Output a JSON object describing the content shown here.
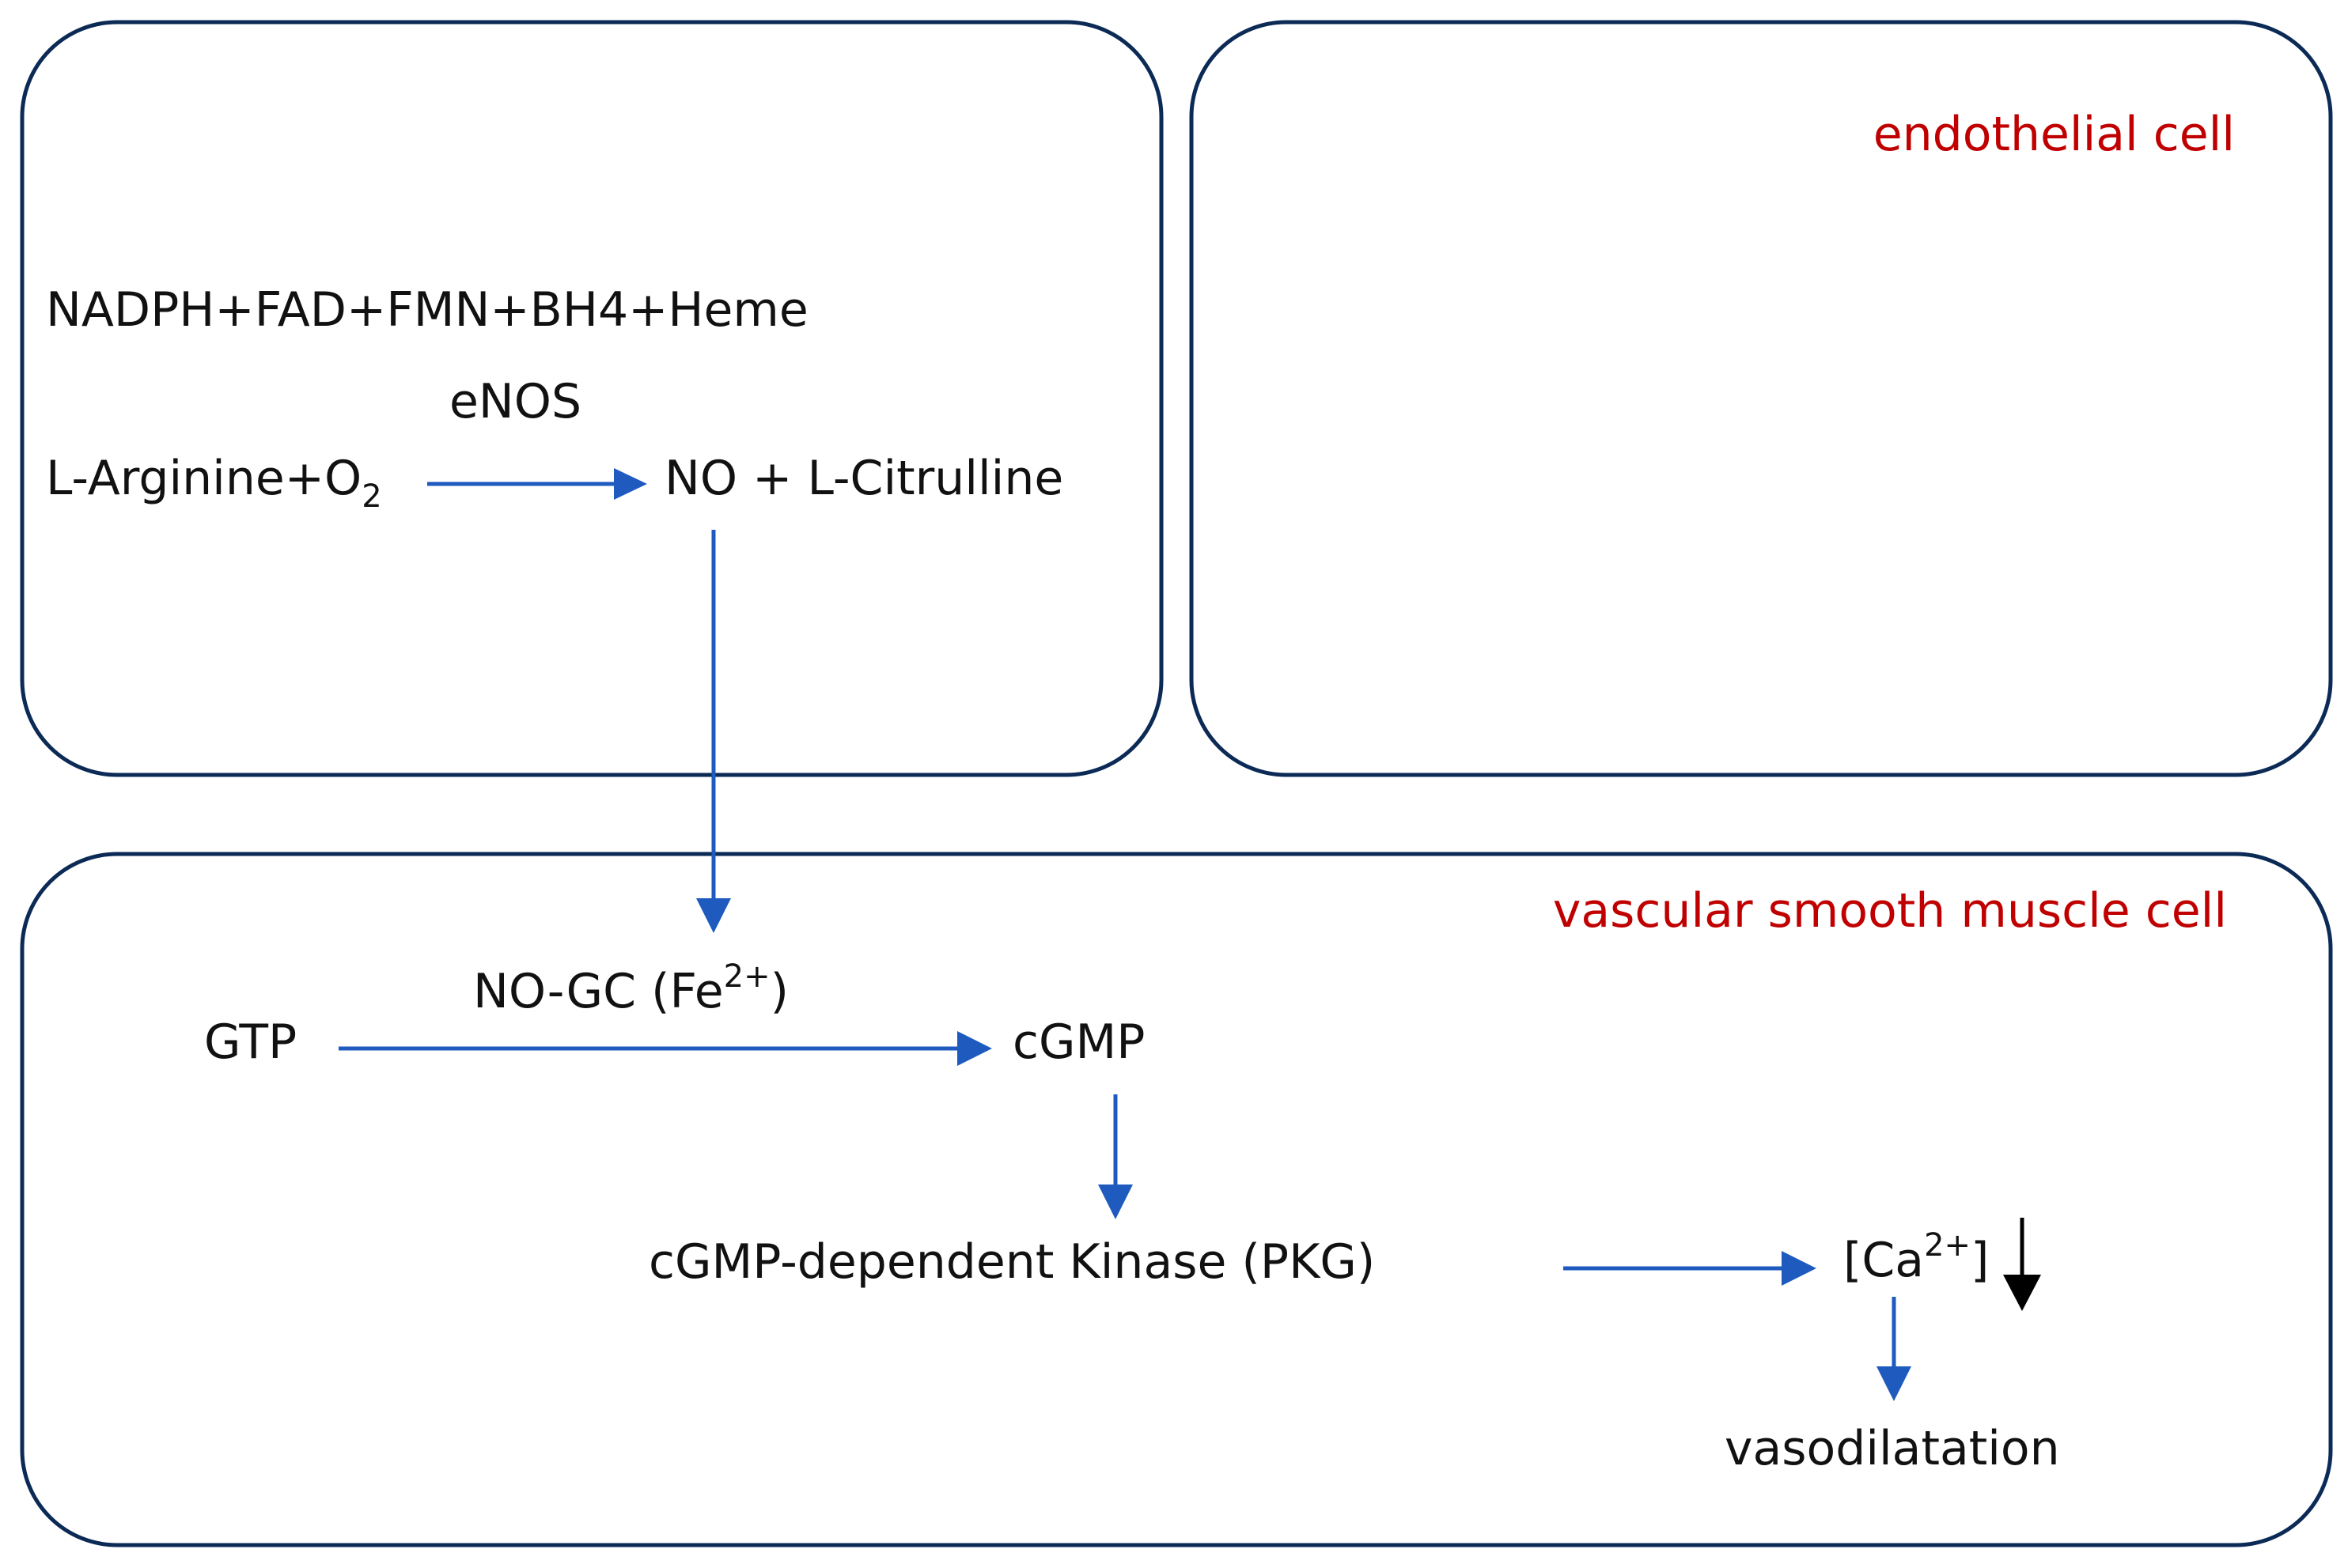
{
  "labels": {
    "endothelial_cell": "endothelial cell",
    "vascular_smooth_muscle_cell": "vascular smooth muscle cell",
    "cofactors": "NADPH+FAD+FMN+BH4+Heme",
    "enos": "eNOS",
    "l_arginine": "L-Arginine+O",
    "l_arginine_sub": "2",
    "no_citrulline": "NO + L-Citrulline",
    "no_gc": "NO-GC (Fe",
    "no_gc_sup": "2+",
    "no_gc_close": ")",
    "gtp": "GTP",
    "cgmp": "cGMP",
    "pkg": "cGMP-dependent  Kinase (PKG)",
    "ca_open": "[Ca",
    "ca_sup": "2+",
    "ca_close": "]",
    "vasodilatation": "vasodilatation"
  },
  "colors": {
    "box_border": "#0b2a55",
    "arrow": "#1f5bbf",
    "cell_label": "#c00000",
    "text": "#111111",
    "decrease_arrow": "#000000"
  }
}
